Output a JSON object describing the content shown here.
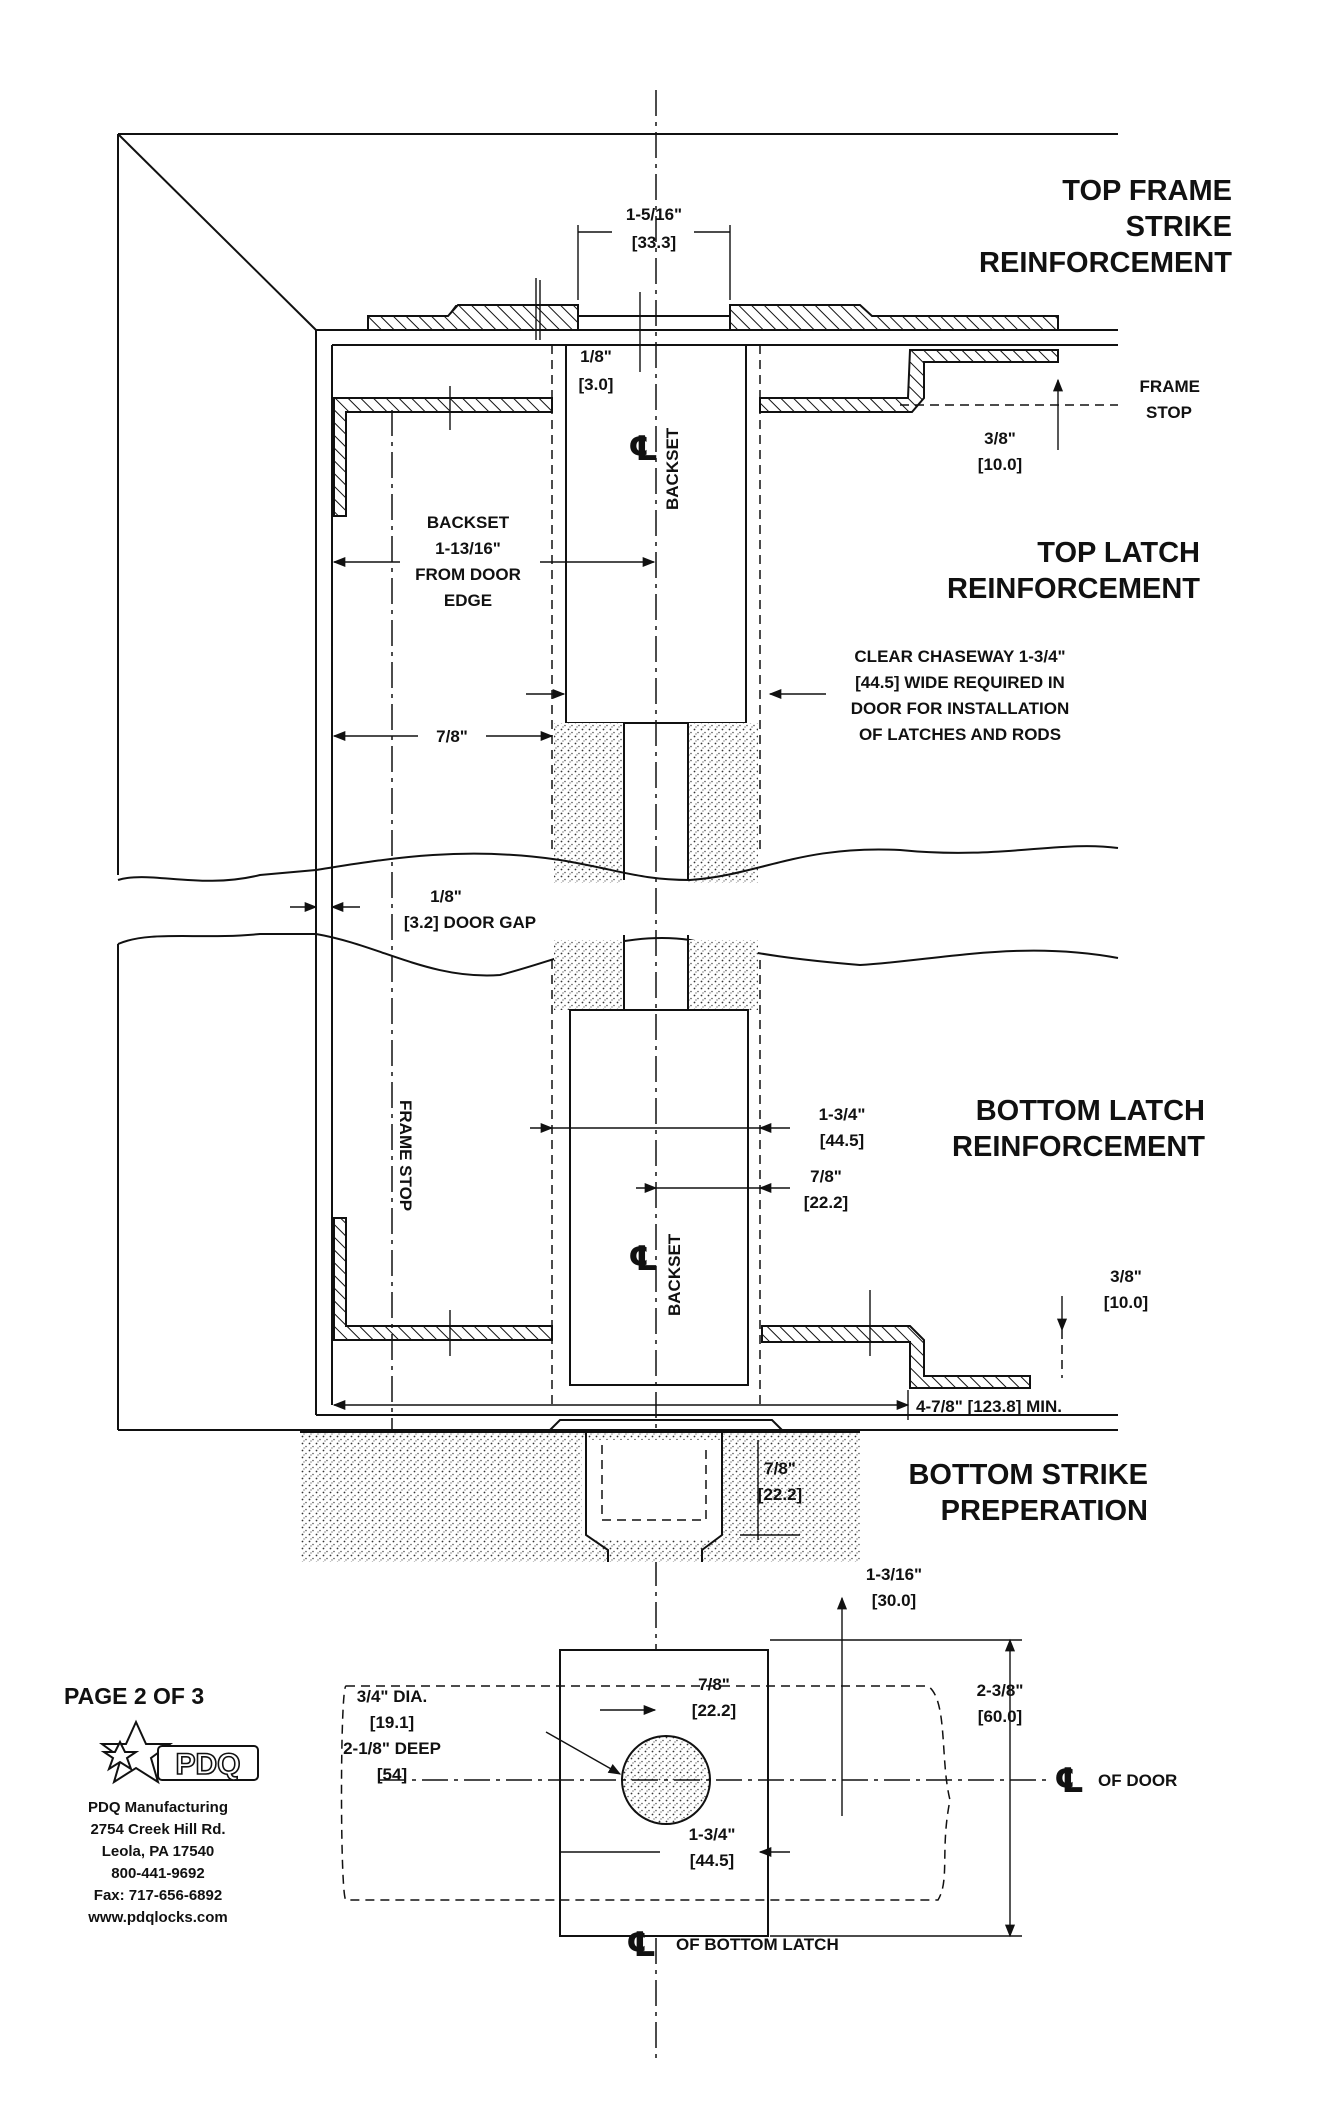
{
  "headings": {
    "top_frame": [
      "TOP FRAME",
      "STRIKE",
      "REINFORCEMENT"
    ],
    "top_latch": [
      "TOP LATCH",
      "REINFORCEMENT"
    ],
    "bottom_latch": [
      "BOTTOM LATCH",
      "REINFORCEMENT"
    ],
    "bottom_strike": [
      "BOTTOM STRIKE",
      "PREPERATION"
    ]
  },
  "dimensions": {
    "strike_width": [
      "1-5/16\"",
      "[33.3]"
    ],
    "strike_gap": [
      "1/8\"",
      "[3.0]"
    ],
    "frame_stop_top": [
      "3/8\"",
      "[10.0]"
    ],
    "backset_note": [
      "BACKSET",
      "1-13/16\"",
      "FROM DOOR",
      "EDGE"
    ],
    "seven_eighths_top": "7/8\"",
    "chaseway": [
      "CLEAR CHASEWAY 1-3/4\"",
      "[44.5] WIDE REQUIRED IN",
      "DOOR FOR INSTALLATION",
      "OF LATCHES AND RODS"
    ],
    "door_gap": [
      "1/8\"",
      "[3.2] DOOR GAP"
    ],
    "bottom_width": [
      "1-3/4\"",
      "[44.5]"
    ],
    "bottom_offset": [
      "7/8\"",
      "[22.2]"
    ],
    "frame_stop_bottom": [
      "3/8\"",
      "[10.0]"
    ],
    "min_depth": "4-7/8\" [123.8] MIN.",
    "strike_depth": [
      "7/8\"",
      "[22.2]"
    ],
    "plan_top": [
      "1-3/16\"",
      "[30.0]"
    ],
    "hole": [
      "3/4\" DIA.",
      "[19.1]",
      "2-1/8\" DEEP",
      "[54]"
    ],
    "plan_offset": [
      "7/8\"",
      "[22.2]"
    ],
    "plan_height": [
      "2-3/8\"",
      "[60.0]"
    ],
    "plan_width": [
      "1-3/4\"",
      "[44.5]"
    ]
  },
  "labels": {
    "frame_stop_top": [
      "FRAME",
      "STOP"
    ],
    "frame_stop_vertical": "FRAME STOP",
    "backset": "BACKSET",
    "centerline_symbol": "℄",
    "of_door": "OF DOOR",
    "of_bottom_latch": "OF BOTTOM LATCH"
  },
  "footer": {
    "page": "PAGE 2 OF 3",
    "logo_text": "PDQ",
    "address": [
      "PDQ Manufacturing",
      "2754 Creek Hill Rd.",
      "Leola, PA 17540",
      "800-441-9692",
      "Fax: 717-656-6892",
      "www.pdqlocks.com"
    ]
  }
}
